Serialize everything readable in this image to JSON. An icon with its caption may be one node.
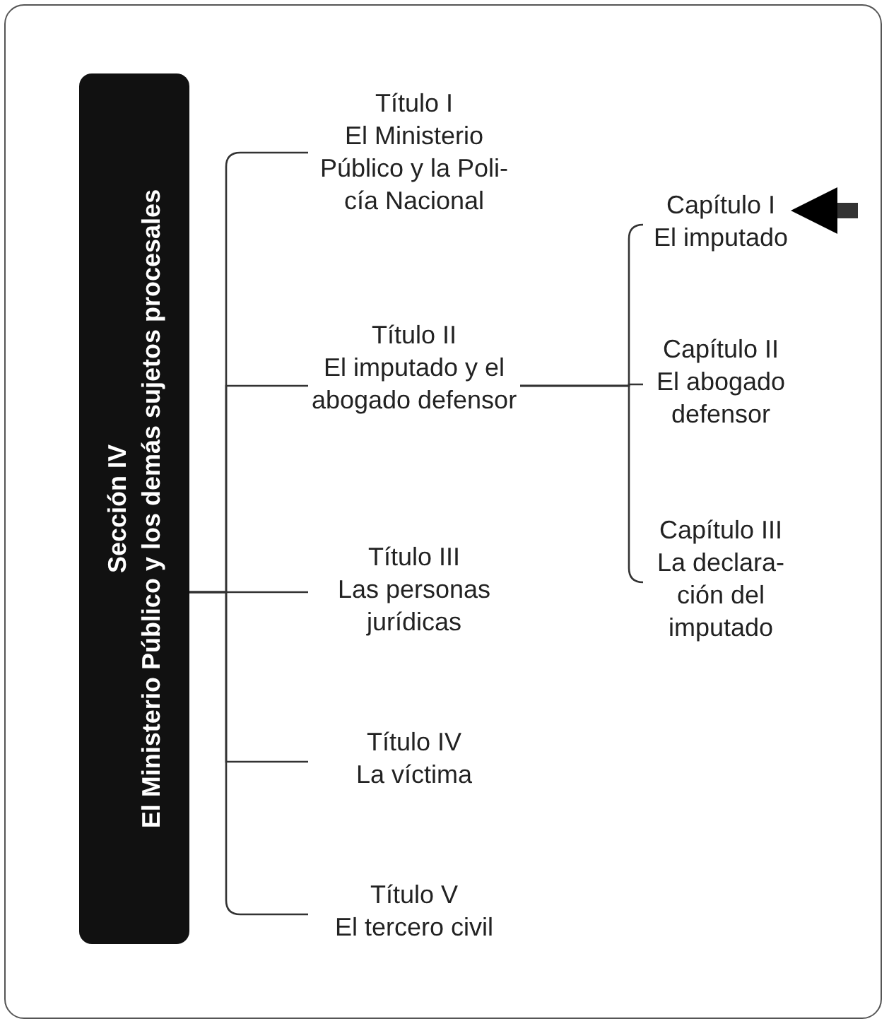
{
  "diagram": {
    "nodes": [
      {
        "text": [
          "Sección IV",
          "El Ministerio Público y los demás sujetos procesales"
        ]
      },
      {
        "text": [
          "Título I",
          "El Ministerio Público y la Poli-cía Nacional"
        ]
      },
      {
        "text": [
          "Título II",
          "El imputado y el abogado defensor"
        ]
      },
      {
        "text": [
          "Título III",
          "Las personas jurídicas"
        ]
      },
      {
        "text": [
          "Título IV",
          "La víctima"
        ]
      },
      {
        "text": [
          "Título V",
          "El tercero civil"
        ]
      },
      {
        "text": [
          "Capítulo I",
          "El imputado"
        ]
      },
      {
        "text": [
          "Capítulo II",
          "El abogado defensor"
        ]
      },
      {
        "text": [
          "Capítulo III",
          "La declara-ción del imputado"
        ]
      }
    ],
    "edges": [
      {
        "from": 0,
        "to": 1,
        "arrow": "none"
      },
      {
        "from": 0,
        "to": 2,
        "arrow": "none"
      },
      {
        "from": 0,
        "to": 3,
        "arrow": "none"
      },
      {
        "from": 0,
        "to": 4,
        "arrow": "none"
      },
      {
        "from": 0,
        "to": 5,
        "arrow": "none"
      },
      {
        "from": 2,
        "to": 6,
        "arrow": "none"
      },
      {
        "from": 2,
        "to": 7,
        "arrow": "none"
      },
      {
        "from": 2,
        "to": 8,
        "arrow": "none"
      },
      {
        "from": null,
        "to": 6,
        "arrow": "to",
        "style": "thick"
      }
    ]
  }
}
